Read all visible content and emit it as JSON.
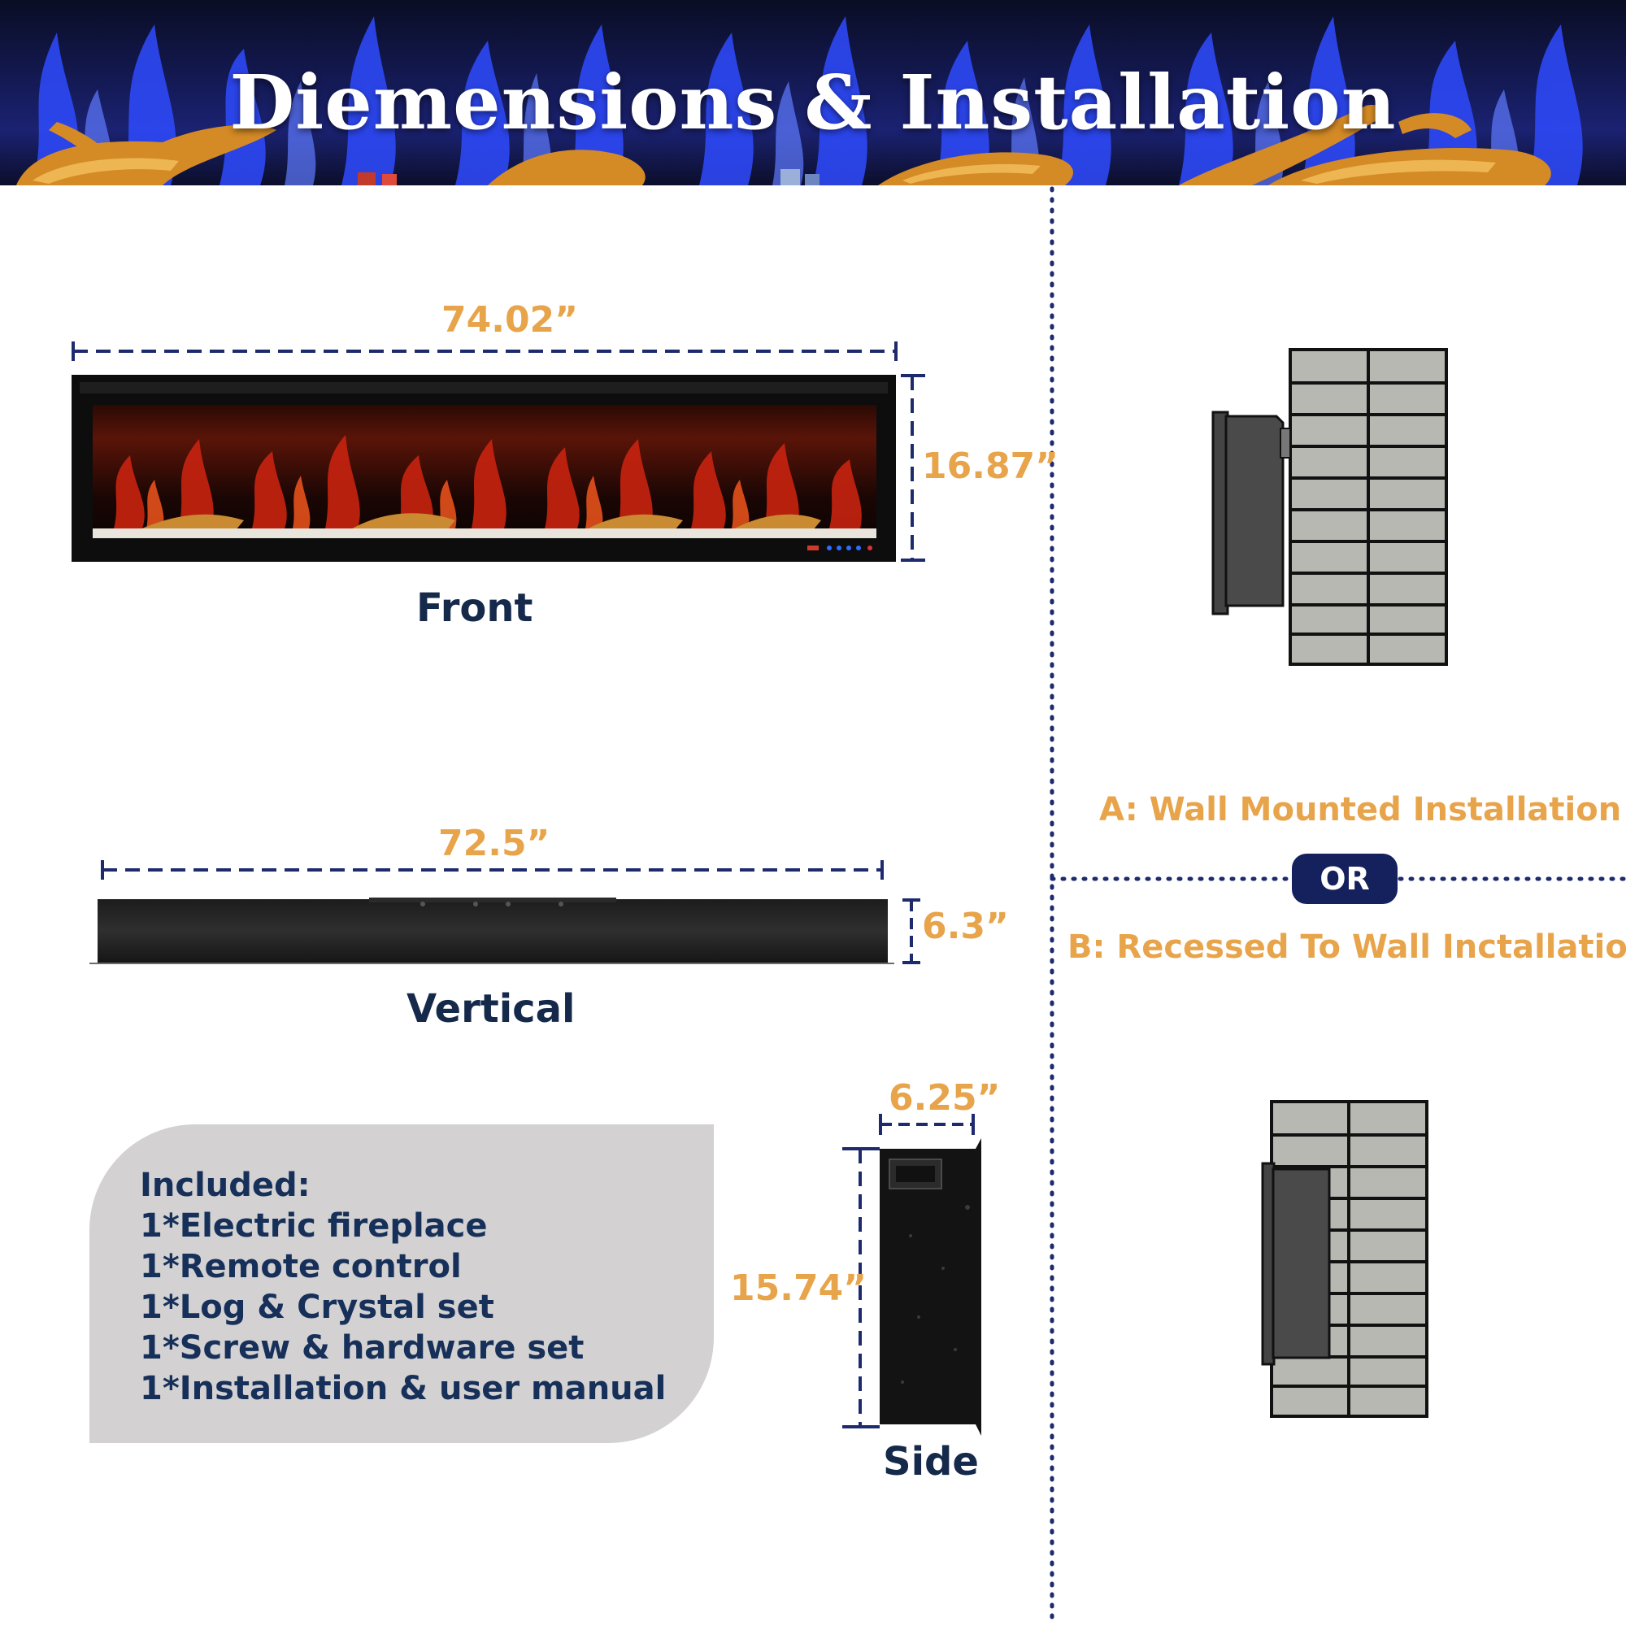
{
  "header": {
    "title": "Diemensions & Installation"
  },
  "front_view": {
    "label": "Front",
    "width": "74.02”",
    "height": "16.87”"
  },
  "vertical_view": {
    "label": "Vertical",
    "width": "72.5”",
    "depth": "6.3”"
  },
  "side_view": {
    "label": "Side",
    "depth": "6.25”",
    "height": "15.74”"
  },
  "installation": {
    "option_a": "A: Wall Mounted Installation",
    "separator": "OR",
    "option_b": "B: Recessed To Wall Inctallation"
  },
  "included": {
    "heading": "Included:",
    "items": [
      "1*Electric fireplace",
      "1*Remote control",
      "1*Log & Crystal set",
      "1*Screw & hardware set",
      "1*Installation & user manual"
    ]
  },
  "colors": {
    "accent": "#e8a44a",
    "navy": "#15294a",
    "dash": "#1e2a6e",
    "panel": "#d3d1d1"
  }
}
